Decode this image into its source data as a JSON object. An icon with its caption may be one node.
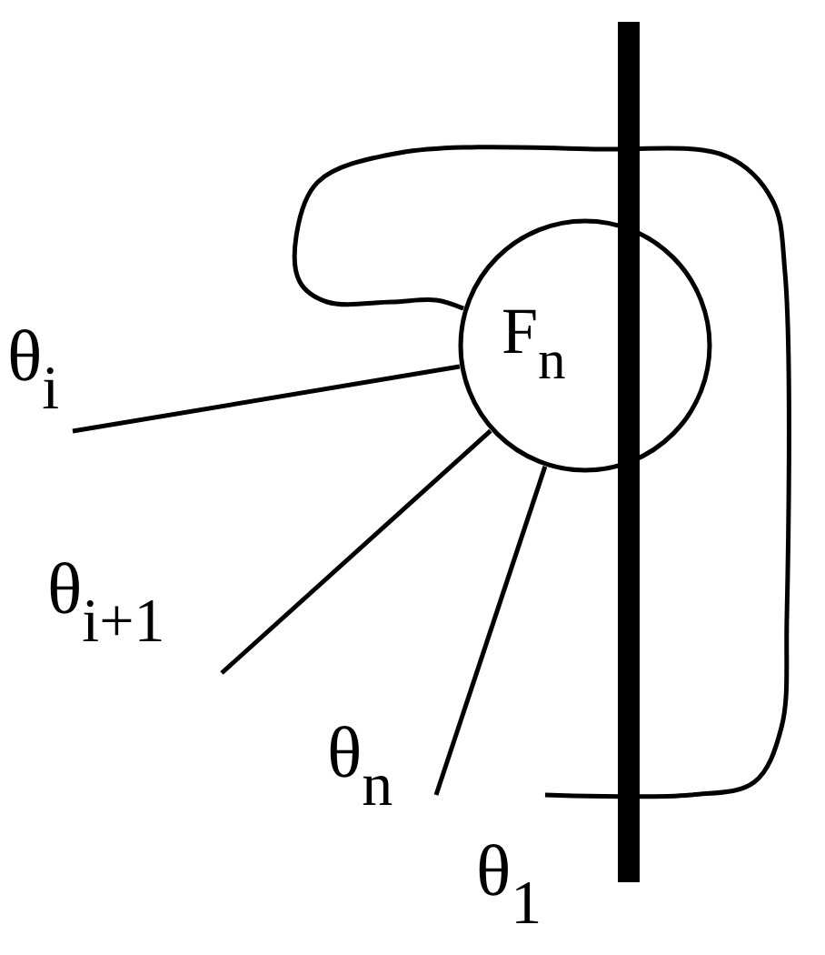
{
  "diagram": {
    "nodes": [
      {
        "text": [
          "F$_{n}$"
        ]
      },
      {
        "text": [
          "θ$_{i}$"
        ]
      },
      {
        "text": [
          "θ$_{i+1}$"
        ]
      },
      {
        "text": [
          "θ$_{n}$"
        ]
      },
      {
        "text": [
          "θ$_{1}$"
        ]
      }
    ],
    "edges": [
      {
        "from": 0,
        "to": 1,
        "arrow": "none"
      },
      {
        "from": 0,
        "to": 2,
        "arrow": "none"
      },
      {
        "from": 0,
        "to": 3,
        "arrow": "none"
      },
      {
        "from": 0,
        "to": 4,
        "arrow": "none"
      }
    ]
  }
}
